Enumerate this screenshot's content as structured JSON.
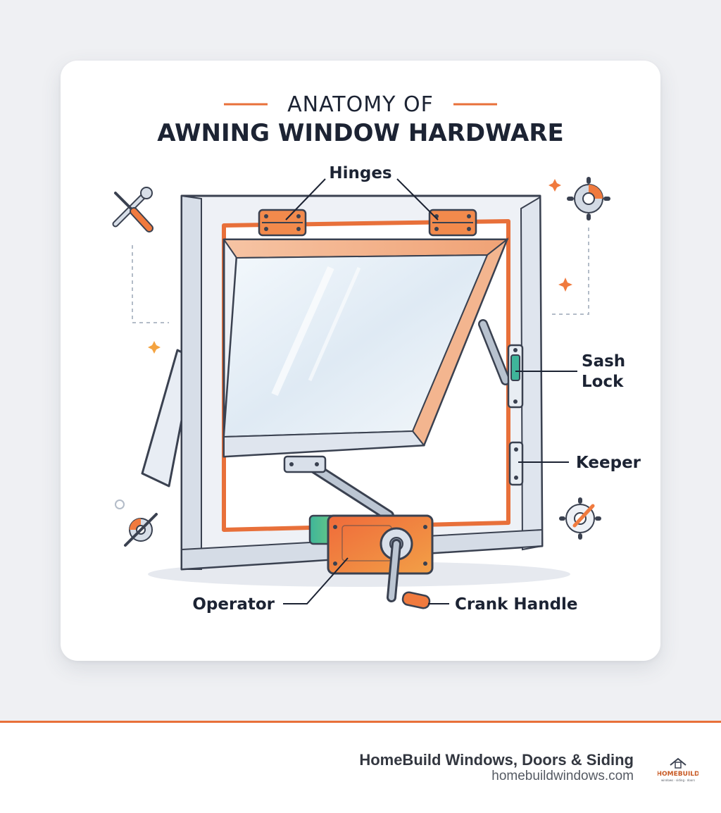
{
  "title": {
    "line1": "ANATOMY OF",
    "line2": "AWNING WINDOW HARDWARE"
  },
  "labels": {
    "hinges": "Hinges",
    "sash_lock_line1": "Sash",
    "sash_lock_line2": "Lock",
    "keeper": "Keeper",
    "operator": "Operator",
    "crank_handle": "Crank Handle"
  },
  "footer": {
    "company": "HomeBuild Windows, Doors & Siding",
    "website": "homebuildwindows.com",
    "logo_text": "HOMEBUILD",
    "logo_tagline": "windows · siding · doors"
  },
  "colors": {
    "accent": "#e8703a",
    "text": "#1c2333",
    "frame": "#eef1f6",
    "frame_outline": "#3a4150",
    "hardware_green": "#3fb59a"
  },
  "icons": [
    "wrench-screwdriver-icon",
    "gear-icon",
    "sparkle-icon",
    "settings-tools-icon",
    "gear-pencil-icon"
  ]
}
